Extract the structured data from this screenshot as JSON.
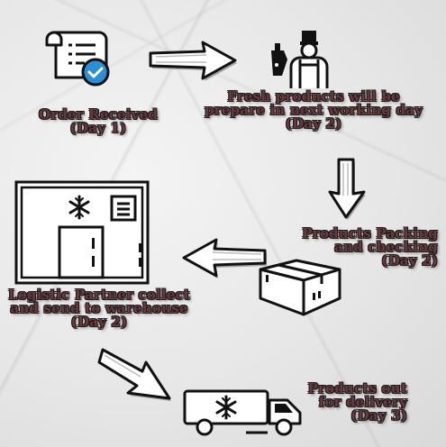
{
  "steps": [
    {
      "lines": [
        "Order Received",
        "(Day 1)"
      ],
      "icon": "receipt-check-icon"
    },
    {
      "lines": [
        "Fresh products will be",
        "prepare in next working day",
        "(Day 2)"
      ],
      "icon": "butcher-icon"
    },
    {
      "lines": [
        "Products Packing",
        "and checking",
        "(Day 2)"
      ],
      "icon": "package-box-icon"
    },
    {
      "lines": [
        "Logistic Partner collect",
        "and send to warehouse",
        "(Day 2)"
      ],
      "icon": "cold-storage-room-icon"
    },
    {
      "lines": [
        "Products out",
        "for delivery",
        "(Day 3)"
      ],
      "icon": "refrigerated-truck-icon"
    }
  ],
  "colors": {
    "label": "#6b3a3d",
    "icon_accent": "#2a8fd6"
  }
}
